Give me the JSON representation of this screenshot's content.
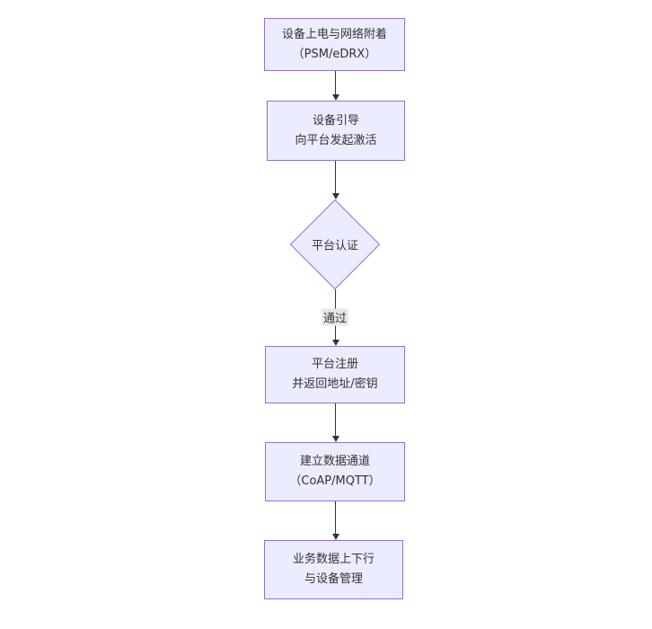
{
  "diagram": {
    "type": "flowchart",
    "direction": "top-down",
    "background": "#ffffff",
    "colors": {
      "node_fill": "#ECECFF",
      "node_border": "#9370DB",
      "node_text": "#333333",
      "edge_line": "#333333",
      "edge_label_bg": "#e8e8e8"
    },
    "nodes": [
      {
        "id": "power",
        "shape": "rect",
        "lines": [
          "设备上电与网络附着",
          "（PSM/eDRX）"
        ]
      },
      {
        "id": "bootstrap",
        "shape": "rect",
        "lines": [
          "设备引导",
          "向平台发起激活"
        ]
      },
      {
        "id": "auth",
        "shape": "diamond",
        "lines": [
          "平台认证"
        ]
      },
      {
        "id": "register",
        "shape": "rect",
        "lines": [
          "平台注册",
          "并返回地址/密钥"
        ]
      },
      {
        "id": "channel",
        "shape": "rect",
        "lines": [
          "建立数据通道",
          "（CoAP/MQTT）"
        ]
      },
      {
        "id": "business",
        "shape": "rect",
        "lines": [
          "业务数据上下行",
          "与设备管理"
        ]
      }
    ],
    "edges": [
      {
        "from": "power",
        "to": "bootstrap",
        "label": ""
      },
      {
        "from": "bootstrap",
        "to": "auth",
        "label": ""
      },
      {
        "from": "auth",
        "to": "register",
        "label": "通过"
      },
      {
        "from": "register",
        "to": "channel",
        "label": ""
      },
      {
        "from": "channel",
        "to": "business",
        "label": ""
      }
    ]
  }
}
